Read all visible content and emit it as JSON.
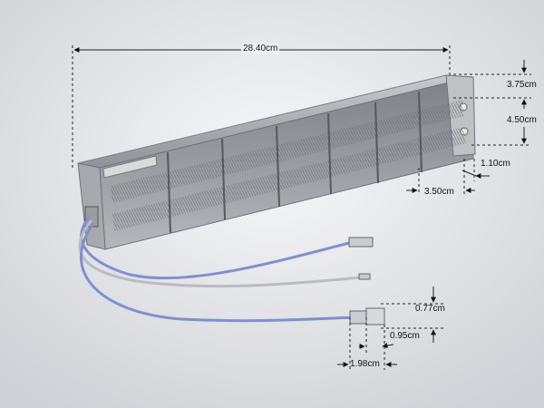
{
  "dimensions": {
    "total_length": "28.40cm",
    "top_section": "3.75cm",
    "middle_section": "4.50cm",
    "edge_gap": "1.10cm",
    "end_depth": "3.50cm",
    "terminal_height": "0.77cm",
    "terminal_tab_width": "0.95cm",
    "terminal_length": "1.98cm"
  },
  "colors": {
    "background_light": "#f4f5f7",
    "background_dark": "#cfd2d6",
    "wire_blue": "#7f8fcf",
    "wire_gray": "#b9bcc0",
    "metal_frame": "#9ea1a5",
    "dimension_line": "#222222"
  }
}
